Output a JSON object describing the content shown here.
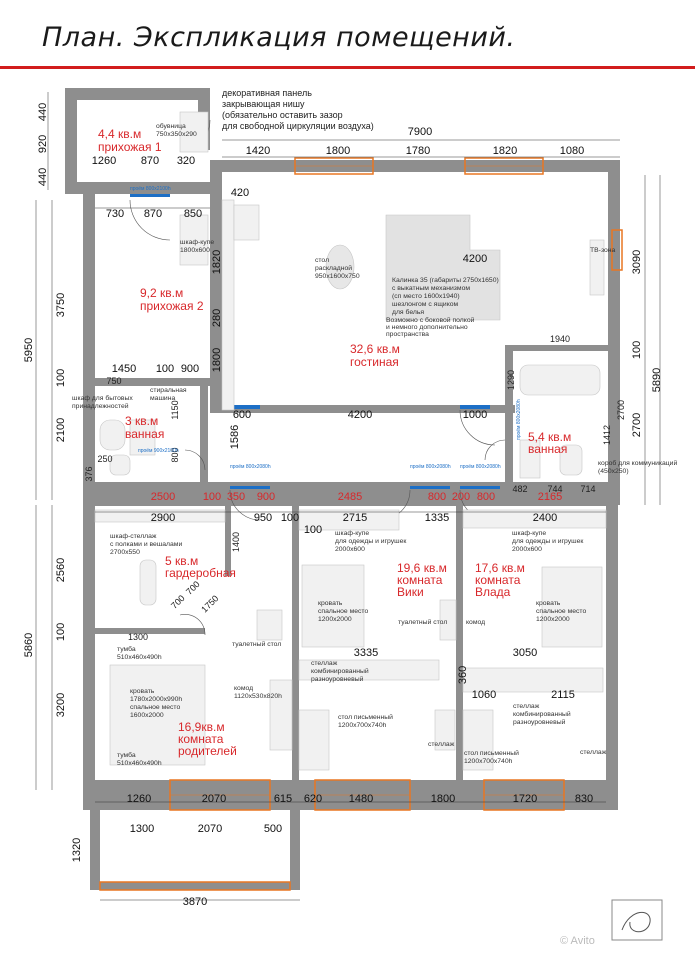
{
  "title": "План. Экспликация помещений.",
  "colors": {
    "accent": "#d21c1c",
    "wall": "#8e8e8e",
    "window": "#e87722",
    "door": "#1d6fc6"
  },
  "top_note": [
    "декоративная панель",
    "закрывающая нишу",
    "(обязательно оставить зазор",
    "для свободной циркуляции воздуха)"
  ],
  "rooms": {
    "hall1": {
      "area": "4,4 кв.м",
      "name": "прихожая 1"
    },
    "hall2": {
      "area": "9,2 кв.м",
      "name": "прихожая 2"
    },
    "living": {
      "area": "32,6 кв.м",
      "name": "гостиная"
    },
    "bath1": {
      "area": "3 кв.м",
      "name": "ванная"
    },
    "bath2": {
      "area": "5,4 кв.м",
      "name": "ванная"
    },
    "wardrobe": {
      "area": "5 кв.м",
      "name": "гардеробная"
    },
    "vika": {
      "area": "19,6 кв.м",
      "name": "комната",
      "name2": "Вики"
    },
    "vlad": {
      "area": "17,6 кв.м",
      "name": "комната",
      "name2": "Влада"
    },
    "parents": {
      "area": "16,9кв.м",
      "name": "комната",
      "name2": "родителей"
    }
  },
  "dims": {
    "top_total": "7900",
    "top": [
      "1420",
      "1800",
      "1780",
      "1820",
      "1080"
    ],
    "hall1_bottom": [
      "1260",
      "870",
      "320"
    ],
    "hall1_left": [
      "440",
      "920",
      "440"
    ],
    "hall2_top": [
      "730",
      "870",
      "850"
    ],
    "hall2_sub": "420",
    "left_outer": [
      "5950",
      "3750",
      "100",
      "2100"
    ],
    "left_inner": [
      "1820",
      "280",
      "1800"
    ],
    "mid_row": [
      "1450",
      "100",
      "900"
    ],
    "bath1_small": [
      "750",
      "1150",
      "800",
      "250",
      "376"
    ],
    "living_bottom": [
      "600",
      "4200",
      "1000"
    ],
    "kitchen_width": "4200",
    "right_outer": [
      "3090",
      "100",
      "2700",
      "5890"
    ],
    "bath2_top": "1940",
    "bath2_bottom": [
      "482",
      "744",
      "714"
    ],
    "corridor_red": [
      "2500",
      "100",
      "350",
      "900",
      "2485",
      "800",
      "200",
      "800",
      "2165"
    ],
    "bedroom_top": [
      "2900",
      "950",
      "100",
      "2715",
      "1335",
      "2400"
    ],
    "left_lower": [
      "5860",
      "2560",
      "100",
      "3200"
    ],
    "wardrobe_diag": [
      "700",
      "700",
      "1750",
      "1300",
      "1400"
    ],
    "vika_mid": "3335",
    "vlad_mid": [
      "3050",
      "360",
      "1060",
      "2115"
    ],
    "bottom": [
      "1260",
      "2070",
      "615",
      "620",
      "1480",
      "1800",
      "1720",
      "830"
    ],
    "balcony": [
      "1300",
      "2070",
      "500"
    ],
    "balcony_left": "1320",
    "balcony_total": "3870",
    "side1586": "1586",
    "vdims_bath2": [
      "1290",
      "1412",
      "2700"
    ],
    "v100": "100",
    "v600": "600"
  },
  "furniture": {
    "hall1_box": [
      "обувница",
      "750х350х290"
    ],
    "coupe": [
      "шкаф-купе",
      "1800х600"
    ],
    "table": [
      "стол",
      "раскладной",
      "950х1600х750"
    ],
    "sofa": [
      "Калинка 35 (габариты 2750х1650)",
      "с выкатным механизмом",
      "(сп место 1600х1940)",
      "шезлонгом с ящиком",
      "для белья"
    ],
    "sofa_note": [
      "Возможно с боковой полкой",
      "и немного дополнительно",
      "пространства"
    ],
    "tv": "ТВ-зона",
    "washer": [
      "стиральная",
      "машина"
    ],
    "household": [
      "шкаф для бытовых",
      "принадлежностей"
    ],
    "wardrobe": [
      "шкаф-стеллаж",
      "с полками и вешалами",
      "2700х550"
    ],
    "coupe_vika": [
      "шкаф-купе",
      "для одежды и игрушек",
      "2000х600"
    ],
    "coupe_vlad": [
      "шкаф-купе",
      "для одежды и игрушек",
      "2000х600"
    ],
    "bed_vika": [
      "кровать",
      "спальное место",
      "1200х2000"
    ],
    "bed_vlad": [
      "кровать",
      "спальное место",
      "1200х2000"
    ],
    "bed_parents": [
      "кровать",
      "1780х2000х990h",
      "спальное место",
      "1600х2000"
    ],
    "dressing1": "туалетный стол",
    "dressing2": "туалетный стол",
    "komod1": "комод",
    "komod2": [
      "комод",
      "1120х530х820h"
    ],
    "shelf_vika": [
      "стеллаж",
      "комбинированный",
      "разноуровневый"
    ],
    "shelf_vlad": [
      "стеллаж",
      "комбинированный",
      "разноуровневый"
    ],
    "desk_vika": [
      "стол письменный",
      "1200х700х740h"
    ],
    "desk_vlad": [
      "стол письменный",
      "1200х700х740h"
    ],
    "shelf2": "стеллаж",
    "shelf3": "стеллаж",
    "tumba1": [
      "тумба",
      "510х460х490h"
    ],
    "tumba2": [
      "тумба",
      "510х460х490h"
    ],
    "comm_box": [
      "короб для коммуникаций",
      "(450х250)"
    ]
  },
  "door_labels": [
    "проём 800х2100h",
    "проём 900х2100h",
    "проём 800х2080h",
    "проём 800х2080h",
    "проём 800х2080h",
    "проём 800х2080h"
  ],
  "watermark": "© Avito"
}
